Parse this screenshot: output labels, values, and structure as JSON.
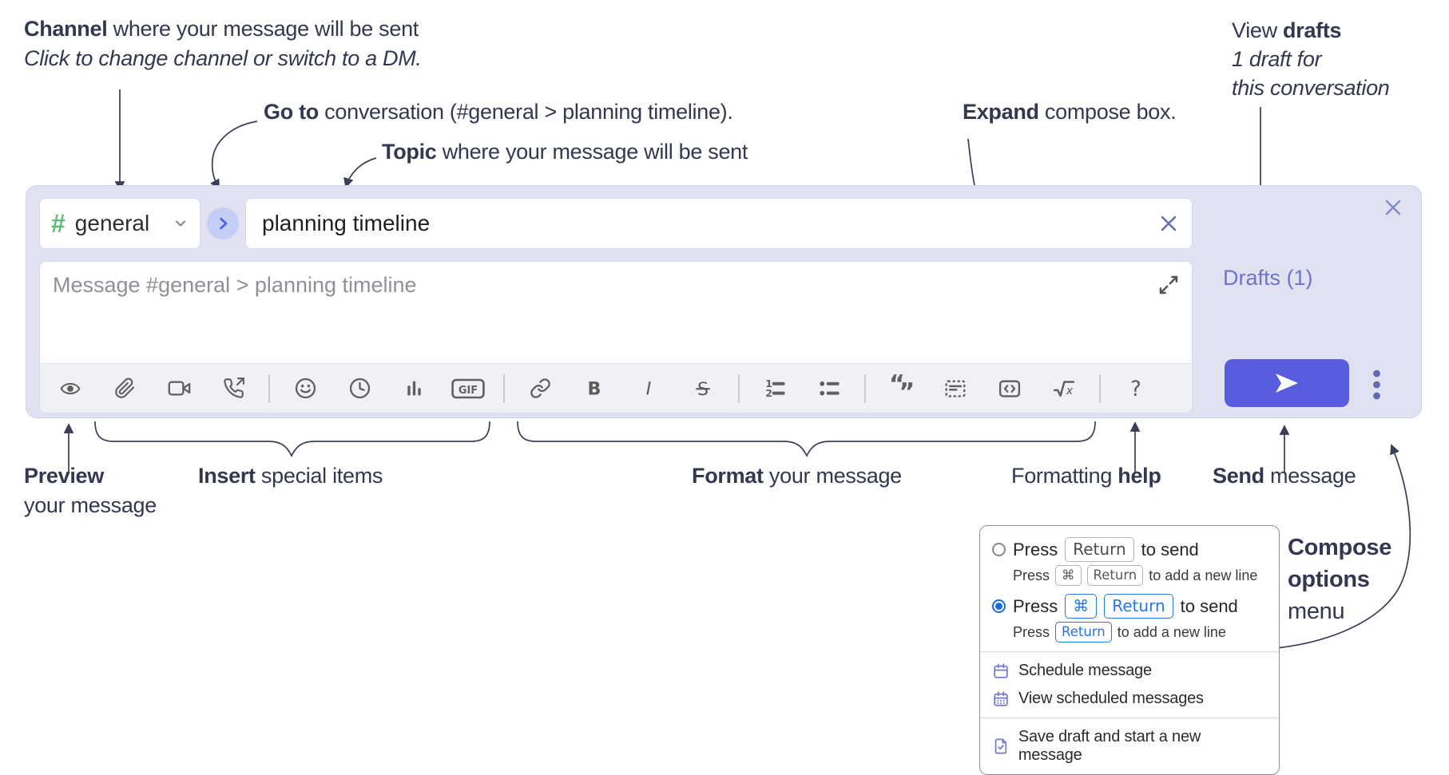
{
  "annotations": {
    "channel_note": {
      "bold": "Channel",
      "rest": " where your message will be sent",
      "sub": "Click to change channel or switch to a DM."
    },
    "goto_note": {
      "bold": "Go to",
      "rest": " conversation (#general > planning timeline)."
    },
    "topic_note": {
      "bold": "Topic",
      "rest": " where your message will be sent"
    },
    "expand_note": {
      "bold": "Expand",
      "rest": " compose box."
    },
    "drafts_note": {
      "pre": "View ",
      "bold": "drafts",
      "sub1": "1 draft for",
      "sub2": "this conversation"
    },
    "preview_note": {
      "bold": "Preview",
      "sub": "your message"
    },
    "insert_note": {
      "bold": "Insert",
      "rest": " special items"
    },
    "format_note": {
      "bold": "Format",
      "rest": " your message"
    },
    "help_note": {
      "pre": "Formatting ",
      "bold": "help"
    },
    "send_note": {
      "bold": "Send",
      "rest": " message"
    },
    "compose_options_note": {
      "line1": "Compose",
      "line2": "options",
      "line3": "menu"
    }
  },
  "compose": {
    "channel": {
      "hash": "#",
      "name": "general"
    },
    "topic_value": "planning timeline",
    "message_placeholder": "Message #general > planning timeline",
    "drafts_link": "Drafts (1)",
    "toolbar": {
      "icons": [
        "preview",
        "attach-file",
        "video-call",
        "audio-call",
        "emoji",
        "schedule",
        "poll",
        "gif",
        "link",
        "bold",
        "italic",
        "strikethrough",
        "numbered-list",
        "bulleted-list",
        "quote",
        "spoiler",
        "code",
        "math",
        "help"
      ],
      "gif": "GIF",
      "bold": "B",
      "italic": "I",
      "strike": "S",
      "ol1": "1",
      "ol2": "2",
      "quote_open": "“",
      "quote_close": "”",
      "math_x": "x",
      "help": "?"
    }
  },
  "popup": {
    "option1": {
      "selected": false,
      "text": "Press",
      "kbd": "Return",
      "after": "to send",
      "sub": {
        "text": "Press",
        "kbd1": "⌘",
        "kbd2": "Return",
        "after": "to add a new line"
      }
    },
    "option2": {
      "selected": true,
      "text": "Press",
      "kbd1": "⌘",
      "kbd2": "Return",
      "after": "to send",
      "sub": {
        "text": "Press",
        "kbd": "Return",
        "after": "to add a new line"
      }
    },
    "menu_items": [
      "Schedule message",
      "View scheduled messages",
      "Save draft and start a new message"
    ]
  },
  "colors": {
    "panel_bg": "#e0e2f2",
    "send_button": "#5a5ce0",
    "drafts_link": "#6f75c4",
    "hash_green": "#5fbe75",
    "goto_circle_bg": "#c3cdf6",
    "goto_chevron": "#3e63e9",
    "icon_gray": "#606060",
    "annotation_text": "#333850",
    "kbd_blue": "#2577e3",
    "menu_icon_purple": "#7578d1",
    "radio_selected": "#1b6be0",
    "placeholder_gray": "#8f9196"
  }
}
